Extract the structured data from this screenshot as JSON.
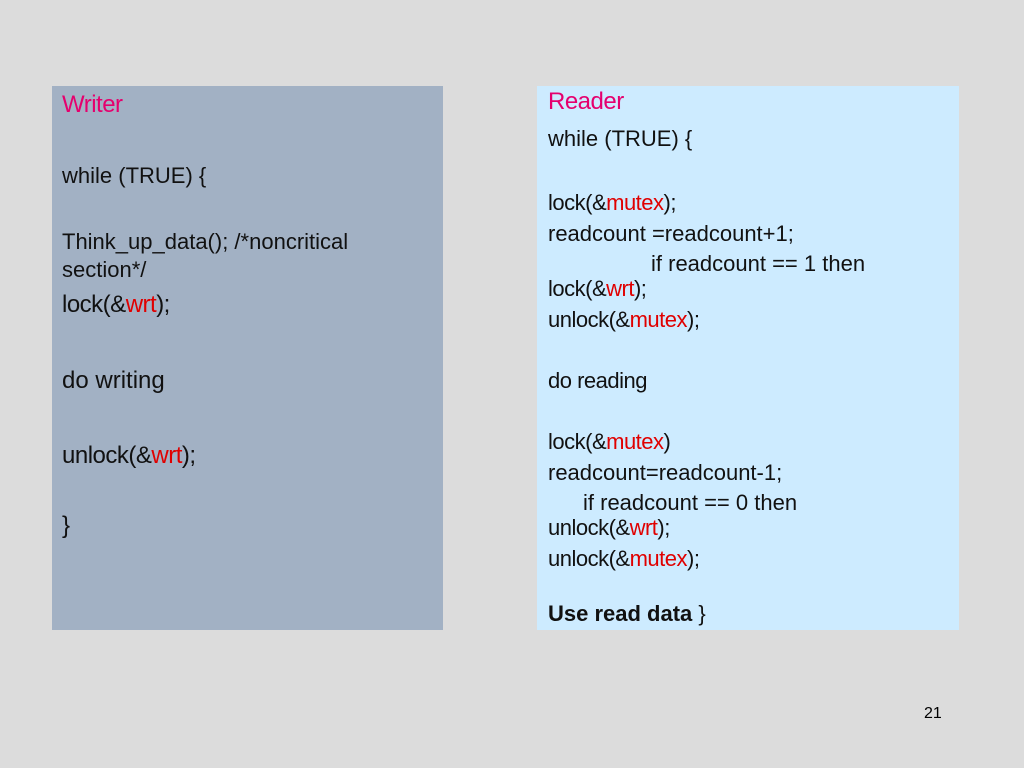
{
  "writer": {
    "title": "Writer",
    "while_line": "while (TRUE) {",
    "think_line1": "Think_up_data(); /*noncritical",
    "think_line2": "section*/",
    "lock_prefix": "lock(&",
    "lock_var": "wrt",
    "lock_suffix": ");",
    "do_writing": "do writing",
    "unlock_prefix": "unlock(&",
    "unlock_var": "wrt",
    "unlock_suffix": ");",
    "close_brace": "}"
  },
  "reader": {
    "title": "Reader",
    "while_line": "while (TRUE) {",
    "lock1_prefix": "lock(&",
    "lock1_var": "mutex",
    "lock1_suffix": ");",
    "inc_line": "readcount =readcount+1;",
    "if_one": "if readcount == 1 then",
    "lockw_prefix": "lock(&",
    "lockw_var": "wrt",
    "lockw_suffix": ");",
    "unlock1_prefix": "unlock(&",
    "unlock1_var": "mutex",
    "unlock1_suffix": ");",
    "do_reading": "do reading",
    "lock2_prefix": "lock(&",
    "lock2_var": "mutex",
    "lock2_suffix": ")",
    "dec_line": "readcount=readcount-1;",
    "if_zero": "if readcount == 0 then",
    "unlockw_prefix": "unlock(&",
    "unlockw_var": "wrt",
    "unlockw_suffix": ");",
    "unlock2_prefix": "unlock(&",
    "unlock2_var": "mutex",
    "unlock2_suffix": ");",
    "use_read": "Use read data",
    "close_brace": " }"
  },
  "page_number": "21"
}
